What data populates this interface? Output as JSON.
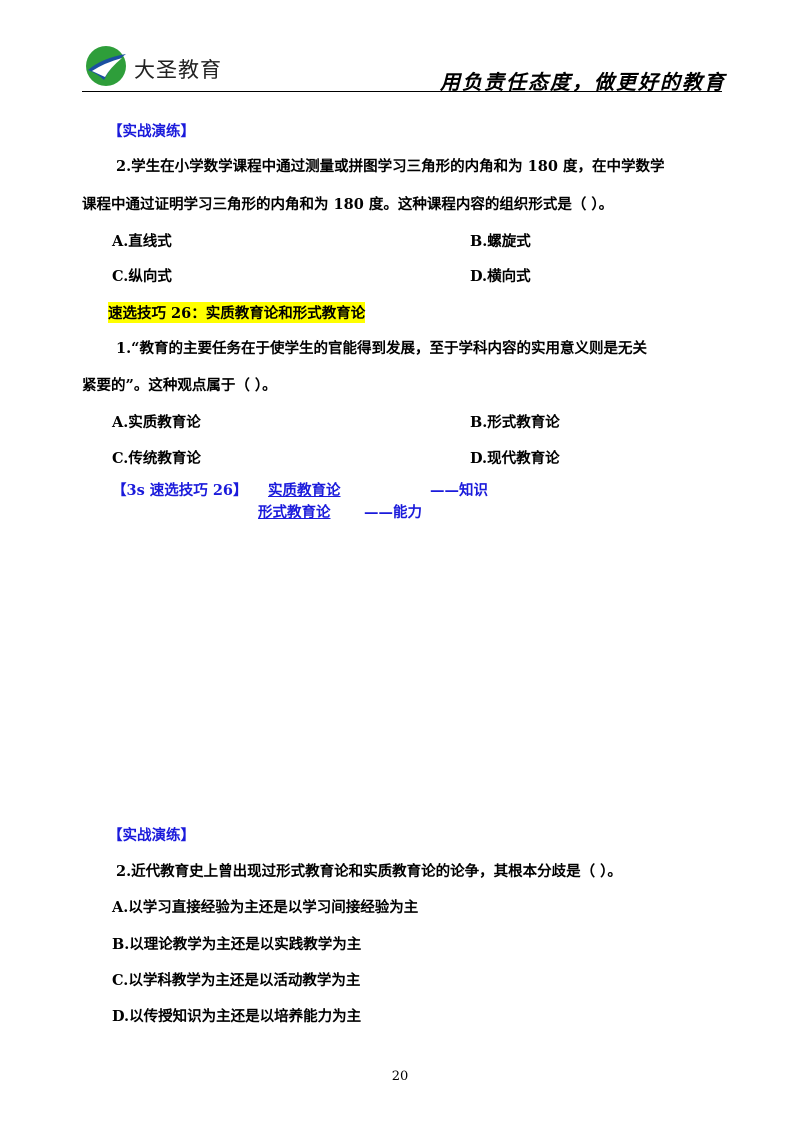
{
  "header": {
    "brand": "大圣教育",
    "slogan": "用负责任态度，做更好的教育"
  },
  "section1": {
    "tag": "【实战演练】",
    "question_line1": "2.学生在小学数学课程中通过测量或拼图学习三角形的内角和为 180 度，在中学数学",
    "question_line2": "课程中通过证明学习三角形的内角和为 180 度。这种课程内容的组织形式是（    ）。",
    "options": [
      "A.直线式",
      "B.螺旋式",
      "C.纵向式",
      "D.横向式"
    ]
  },
  "tip": {
    "heading": "速选技巧 26：实质教育论和形式教育论",
    "question_line1": "1.“教育的主要任务在于使学生的官能得到发展，至于学科内容的实用意义则是无关",
    "question_line2": "紧要的”。这种观点属于（    ）。",
    "options": [
      "A.实质教育论",
      "B.形式教育论",
      "C.传统教育论",
      "D.现代教育论"
    ],
    "mnemonic_label": "【3s 速选技巧 26】",
    "mnemonic_a_term": "实质教育论",
    "mnemonic_a_value": "——知识",
    "mnemonic_b_term": "形式教育论",
    "mnemonic_b_value": "——能力"
  },
  "section2": {
    "tag": "【实战演练】",
    "question": "2.近代教育史上曾出现过形式教育论和实质教育论的论争，其根本分歧是（    ）。",
    "options": [
      "A.以学习直接经验为主还是以学习间接经验为主",
      "B.以理论教学为主还是以实践教学为主",
      "C.以学科教学为主还是以活动教学为主",
      "D.以传授知识为主还是以培养能力为主"
    ]
  },
  "footer": {
    "page_number": "20"
  },
  "colors": {
    "accent_blue": "#1a1adb",
    "highlight": "#ffff00",
    "logo_green": "#2e9e3a",
    "logo_blue": "#1b4fa0"
  }
}
